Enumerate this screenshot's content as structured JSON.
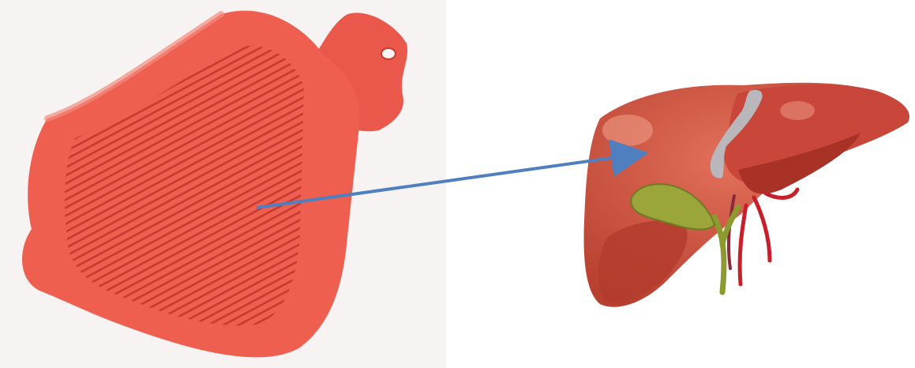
{
  "image": {
    "subject_left": "hot-water-bottle",
    "subject_right": "liver",
    "connector": "arrow"
  },
  "colors": {
    "bottle_fill": "#ee5f50",
    "bottle_ribs": "#c83a30",
    "bottle_highlight": "#f48a7c",
    "liver_fill": "#d2503c",
    "liver_dark": "#a83226",
    "liver_highlight": "#e88a70",
    "gallbladder": "#9aa53a",
    "ligament": "#b9b6bc",
    "vessel_red": "#c8202a",
    "arrow": "#4f7fbf",
    "left_background": "#f7f3f3"
  }
}
